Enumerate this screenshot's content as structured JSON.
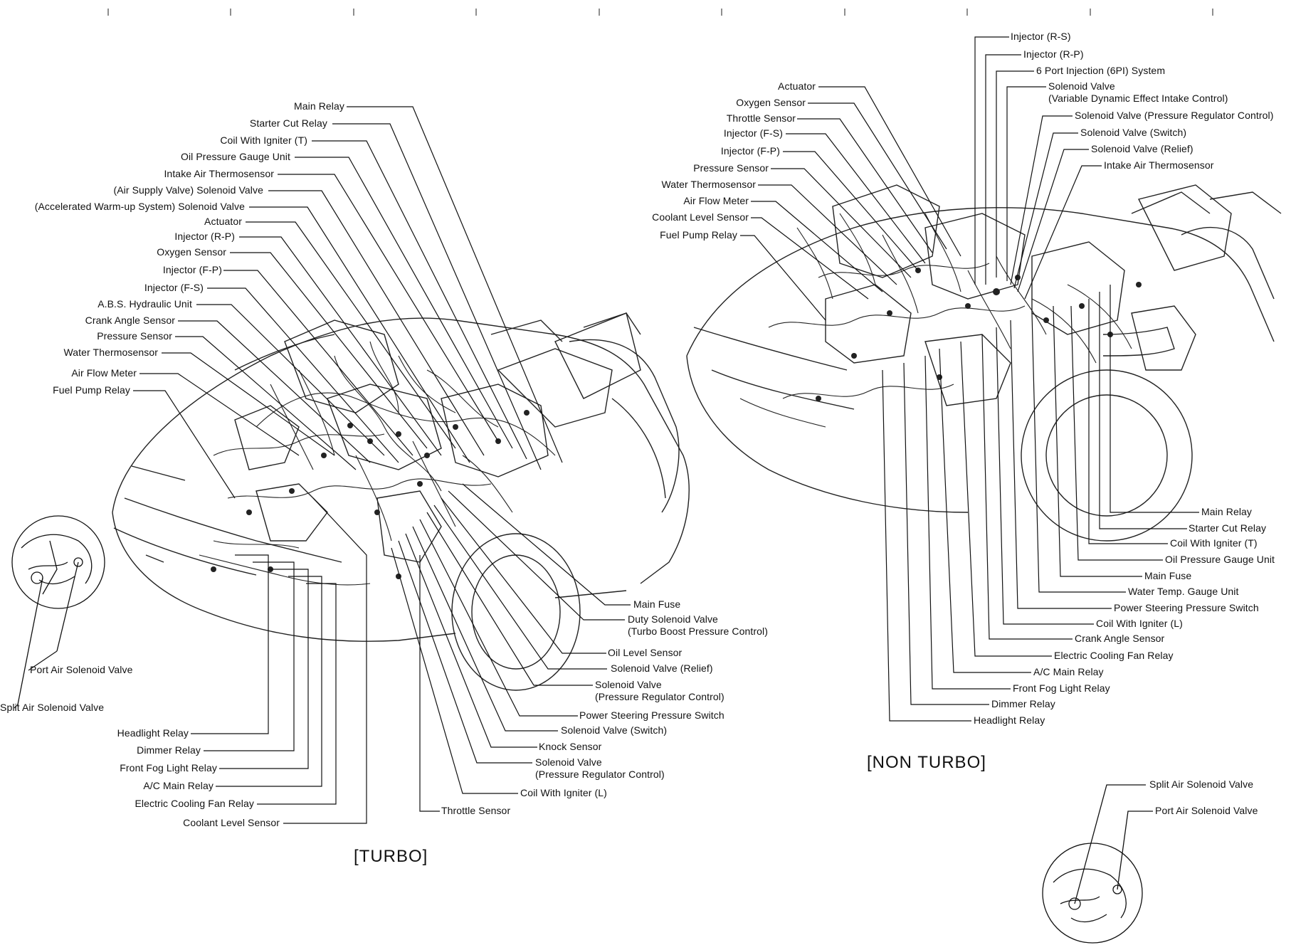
{
  "turbo": {
    "caption": "[TURBO]",
    "left_labels": [
      {
        "text": "Main Relay"
      },
      {
        "text": "Starter Cut Relay"
      },
      {
        "text": "Coil With Igniter (T)"
      },
      {
        "text": "Oil Pressure Gauge Unit"
      },
      {
        "text": "Intake Air Thermosensor"
      },
      {
        "text": "(Air Supply Valve) Solenoid Valve"
      },
      {
        "text": "(Accelerated Warm-up System) Solenoid Valve"
      },
      {
        "text": "Actuator"
      },
      {
        "text": "Injector (R-P)"
      },
      {
        "text": "Oxygen Sensor"
      },
      {
        "text": "Injector (F-P)"
      },
      {
        "text": "Injector (F-S)"
      },
      {
        "text": "A.B.S. Hydraulic Unit"
      },
      {
        "text": "Crank Angle Sensor"
      },
      {
        "text": "Pressure Sensor"
      },
      {
        "text": "Water Thermosensor"
      },
      {
        "text": "Air Flow Meter"
      },
      {
        "text": "Fuel Pump Relay"
      }
    ],
    "inset_labels": [
      {
        "text": "Port Air Solenoid Valve"
      },
      {
        "text": "Split Air Solenoid Valve"
      }
    ],
    "bottom_left_labels": [
      {
        "text": "Headlight Relay"
      },
      {
        "text": "Dimmer Relay"
      },
      {
        "text": "Front Fog Light Relay"
      },
      {
        "text": "A/C Main Relay"
      },
      {
        "text": "Electric Cooling Fan Relay"
      },
      {
        "text": "Coolant Level Sensor"
      }
    ],
    "right_labels": [
      {
        "text": "Main Fuse"
      },
      {
        "text": "Duty Solenoid Valve",
        "sub": "(Turbo Boost Pressure Control)"
      },
      {
        "text": "Oil Level Sensor"
      },
      {
        "text": "Solenoid Valve (Relief)"
      },
      {
        "text": "Solenoid Valve",
        "sub": "(Pressure Regulator Control)"
      },
      {
        "text": "Power Steering Pressure Switch"
      },
      {
        "text": "Solenoid Valve (Switch)"
      },
      {
        "text": "Knock Sensor"
      },
      {
        "text": "Solenoid Valve",
        "sub": "(Pressure Regulator Control)"
      },
      {
        "text": "Coil With Igniter (L)"
      },
      {
        "text": "Throttle Sensor"
      }
    ]
  },
  "non_turbo": {
    "caption": "[NON TURBO]",
    "left_labels": [
      {
        "text": "Actuator"
      },
      {
        "text": "Oxygen Sensor"
      },
      {
        "text": "Throttle Sensor"
      },
      {
        "text": "Injector (F-S)"
      },
      {
        "text": "Injector (F-P)"
      },
      {
        "text": "Pressure Sensor"
      },
      {
        "text": "Water Thermosensor"
      },
      {
        "text": "Air Flow Meter"
      },
      {
        "text": "Coolant Level Sensor"
      },
      {
        "text": "Fuel Pump Relay"
      }
    ],
    "top_labels": [
      {
        "text": "Injector (R-S)"
      },
      {
        "text": "Injector (R-P)"
      },
      {
        "text": "6 Port Injection (6PI) System"
      },
      {
        "text": "Solenoid Valve",
        "sub": "(Variable Dynamic Effect Intake Control)"
      },
      {
        "text": "Solenoid Valve (Pressure Regulator Control)"
      },
      {
        "text": "Solenoid Valve (Switch)"
      },
      {
        "text": "Solenoid Valve (Relief)"
      },
      {
        "text": "Intake Air Thermosensor"
      }
    ],
    "right_labels": [
      {
        "text": "Main Relay"
      },
      {
        "text": "Starter Cut Relay"
      },
      {
        "text": "Coil With Igniter (T)"
      },
      {
        "text": "Oil Pressure Gauge Unit"
      },
      {
        "text": "Main Fuse"
      },
      {
        "text": "Water Temp. Gauge Unit"
      },
      {
        "text": "Power Steering Pressure Switch"
      },
      {
        "text": "Coil With Igniter (L)"
      },
      {
        "text": "Crank Angle Sensor"
      },
      {
        "text": "Electric Cooling Fan Relay"
      },
      {
        "text": "A/C Main Relay"
      },
      {
        "text": "Front Fog Light Relay"
      },
      {
        "text": "Dimmer Relay"
      },
      {
        "text": "Headlight Relay"
      }
    ],
    "inset_labels": [
      {
        "text": "Split Air Solenoid Valve"
      },
      {
        "text": "Port Air Solenoid Valve"
      }
    ]
  }
}
